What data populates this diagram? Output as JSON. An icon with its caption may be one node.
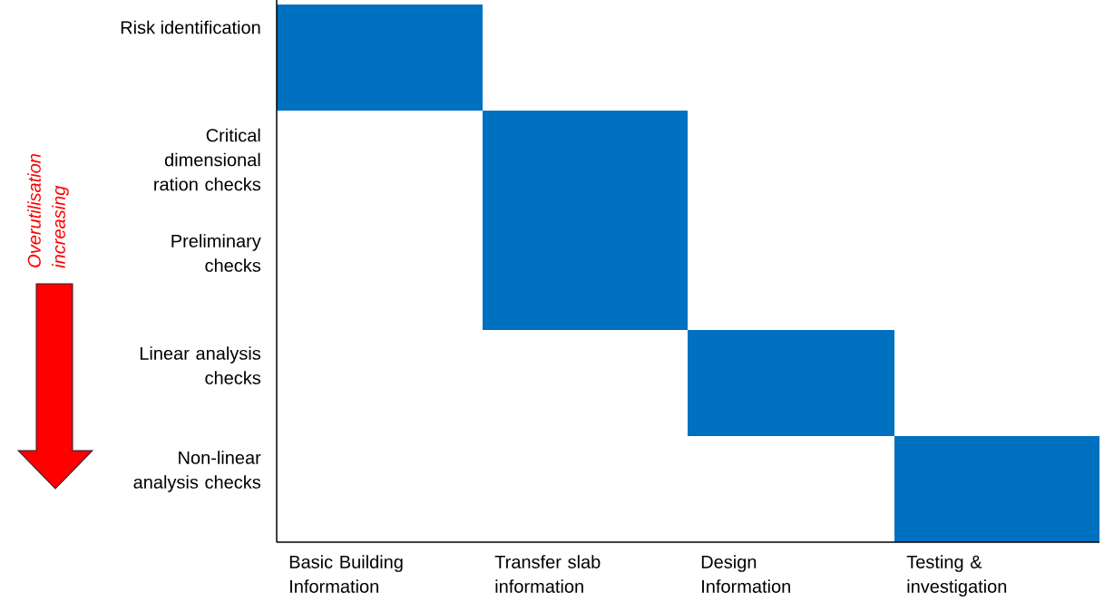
{
  "diagram": {
    "nodes": [
      {
        "text": [],
        "shape": "box"
      },
      {
        "text": [],
        "shape": "box"
      },
      {
        "text": [],
        "shape": "box"
      },
      {
        "text": [],
        "shape": "box"
      }
    ],
    "labels": [
      "Risk identification",
      "Overutilisation increasing",
      "Critical dimensional ration checks",
      "Preliminary checks",
      "Linear analysis checks",
      "Non-linear analysis checks",
      "Basic Building Information",
      "Transfer slab information",
      "Design Information",
      "Testing & investigation"
    ]
  }
}
